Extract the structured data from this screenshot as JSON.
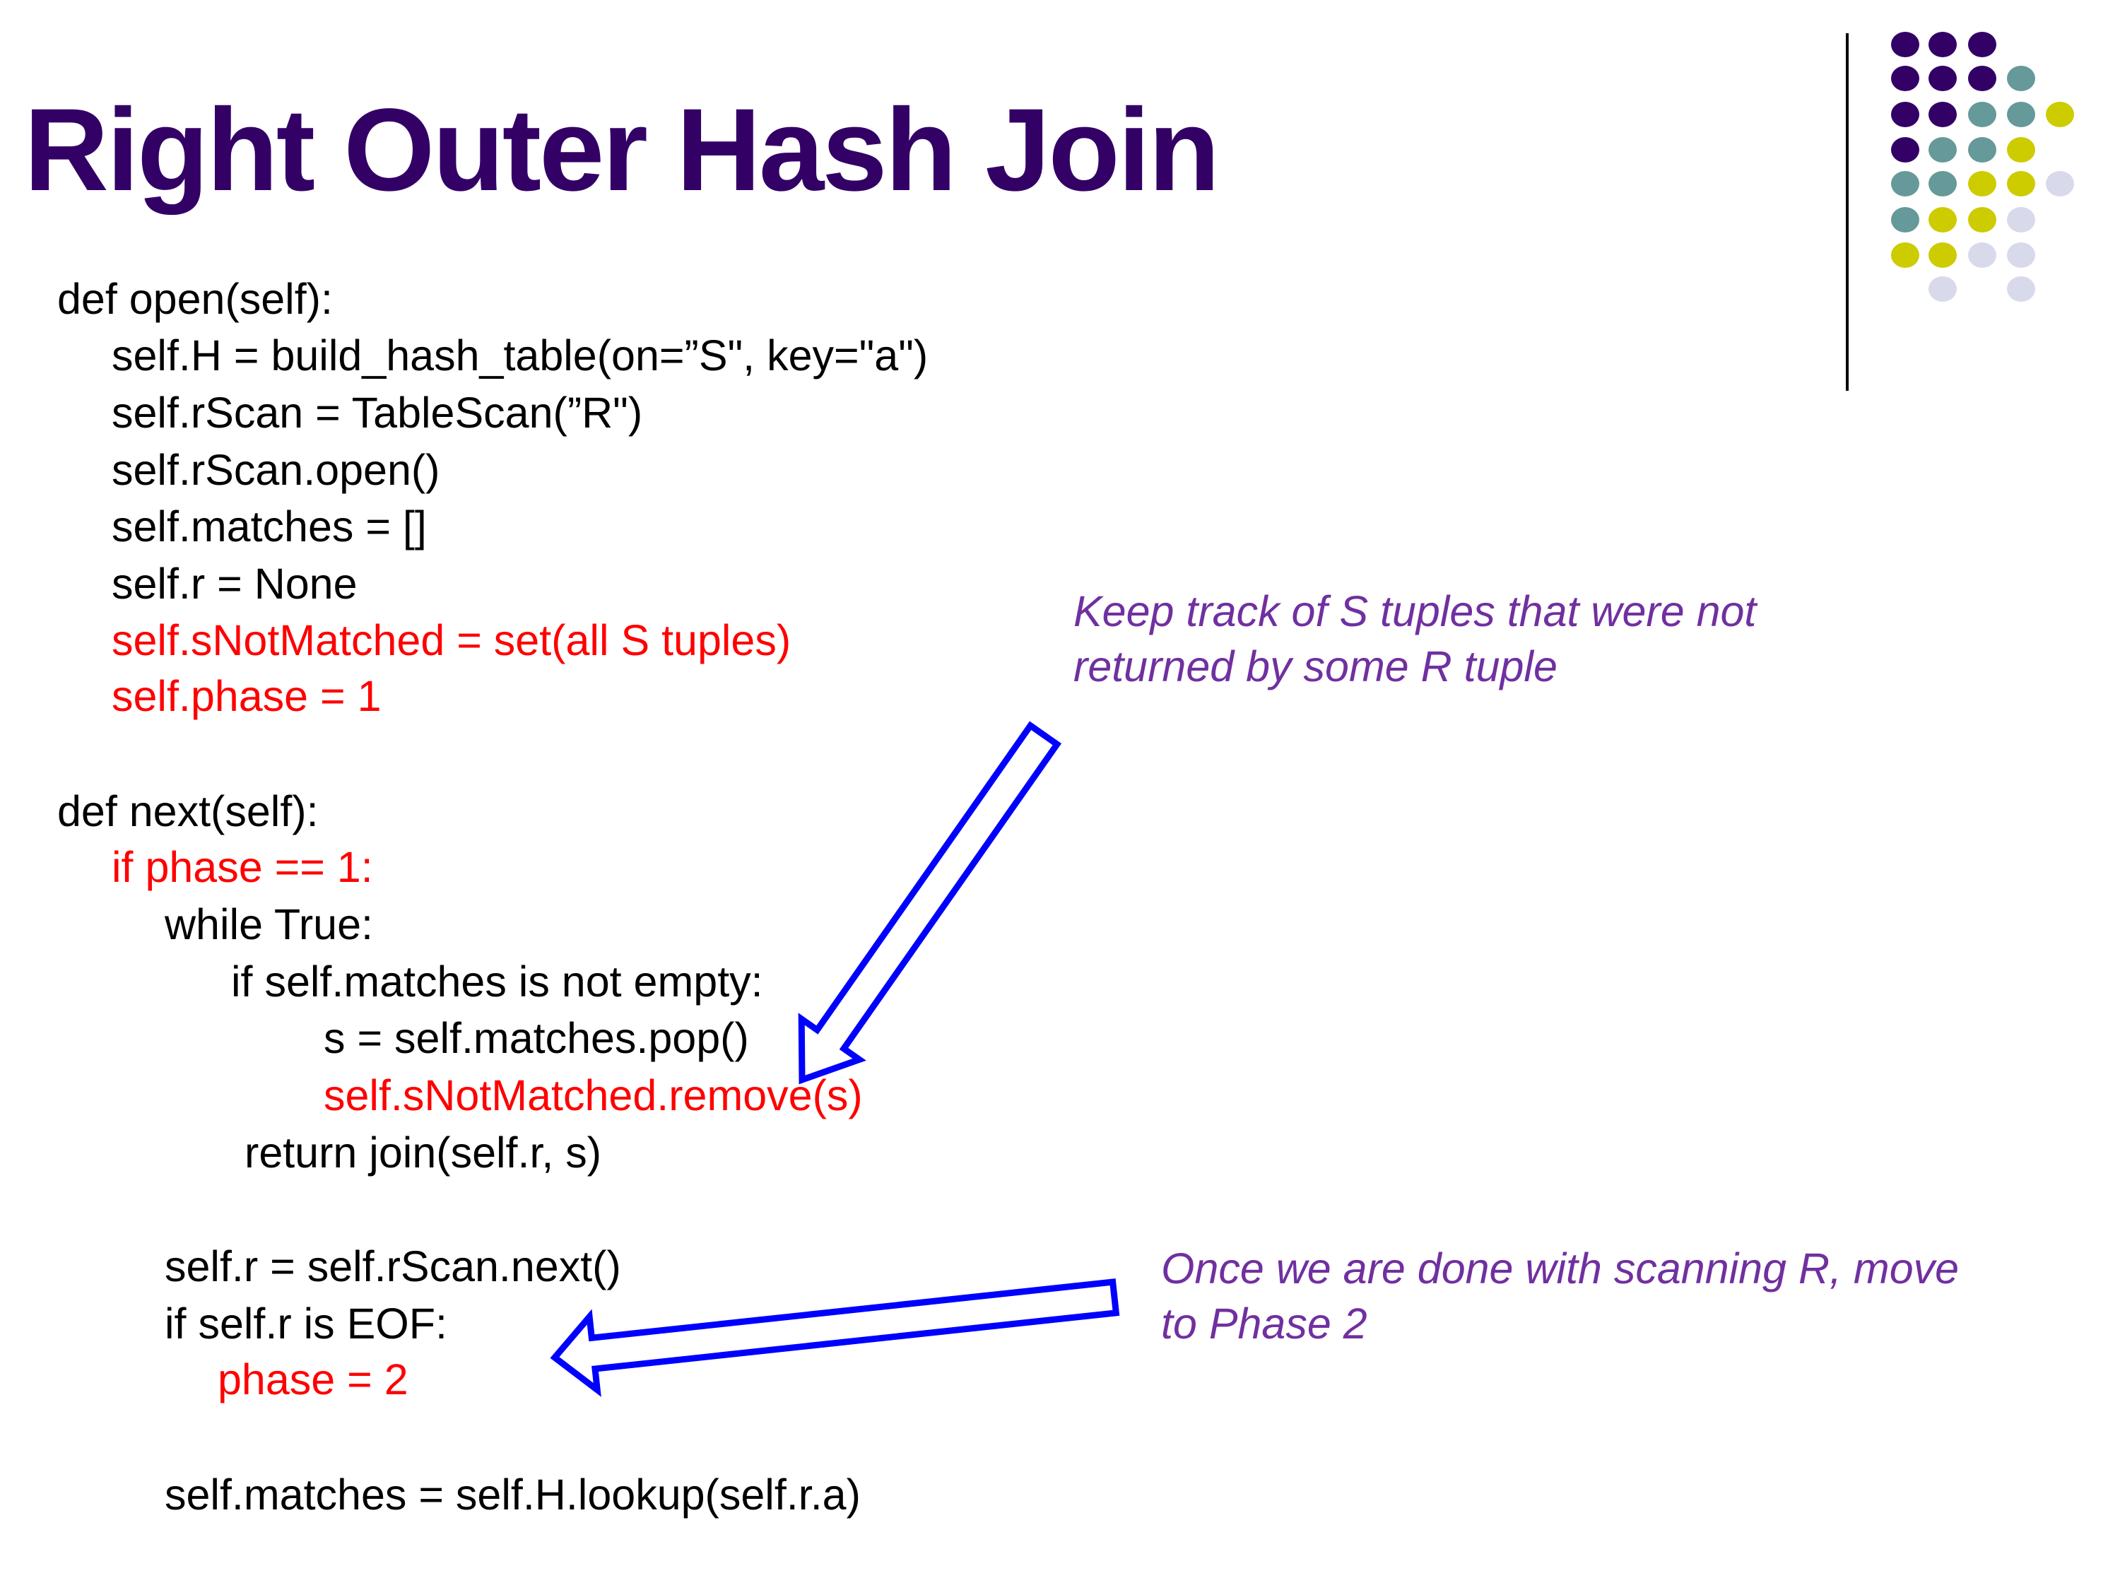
{
  "title": "Right Outer Hash Join",
  "code": {
    "lines": [
      "def open(self):",
      "self.H = build_hash_table(on=”S\", key=\"a\")",
      "self.rScan = TableScan(”R\")",
      "self.rScan.open()",
      "self.matches = []",
      "self.r = None",
      "self.sNotMatched = set(all S tuples)",
      "self.phase = 1",
      "def next(self):",
      "if phase == 1:",
      "while True:",
      "if self.matches is not empty:",
      "s = self.matches.pop()",
      "self.sNotMatched.remove(s)",
      "return join(self.r, s)",
      "self.r = self.rScan.next()",
      "if self.r is EOF:",
      "phase = 2",
      "self.matches = self.H.lookup(self.r.a)"
    ]
  },
  "annotations": {
    "note1": [
      "Keep track of S tuples that were not",
      "returned by some R tuple"
    ],
    "note2": [
      "Once we are done with scanning R, move",
      "to Phase 2"
    ]
  },
  "colors": {
    "title": "#330066",
    "highlight": "#ff0000",
    "annotation": "#7030a0",
    "arrow": "#0000ff",
    "dots": [
      "#330066",
      "#669999",
      "#cccc00",
      "#d9d9ec"
    ]
  }
}
